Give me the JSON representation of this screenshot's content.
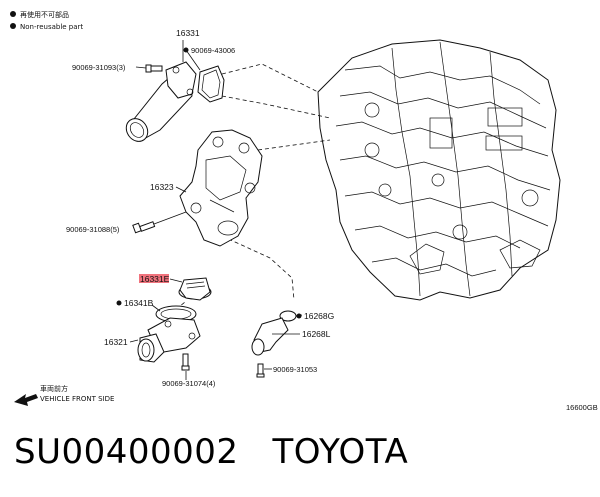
{
  "legend": {
    "jp_text": "再使用不可部品",
    "en_text": "Non-reusable part"
  },
  "labels": {
    "p16331": "16331",
    "p90069_43006": "90069-43006",
    "p90069_31093": "90069-31093(3)",
    "p16323": "16323",
    "p90069_31088": "90069-31088(5)",
    "p16331E": "16331E",
    "p16341B": "16341B",
    "p16321": "16321",
    "p90069_31074": "90069-31074(4)",
    "p16268G": "16268G",
    "p16268L": "16268L",
    "p90069_31053": "90069-31053"
  },
  "front": {
    "jp_text": "車両前方",
    "en_text": "VEHICLE FRONT SIDE"
  },
  "figure_code": "16600GB",
  "footer": {
    "part_number": "SU00400002",
    "brand": "TOYOTA"
  },
  "colors": {
    "highlight": "#e60012",
    "ink": "#111111"
  }
}
